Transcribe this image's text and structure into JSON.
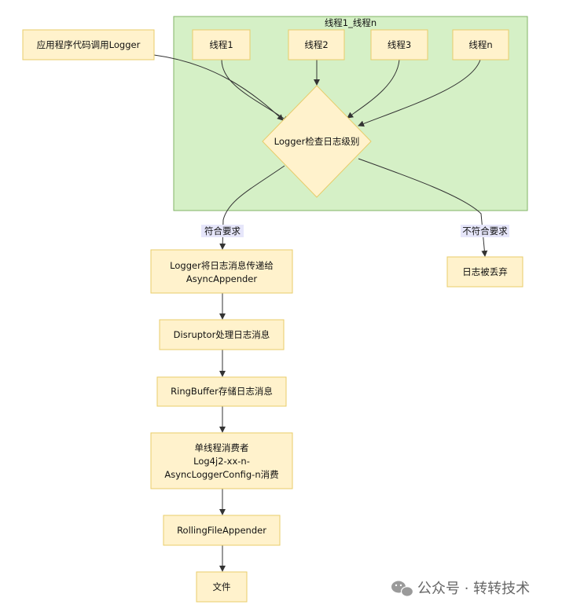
{
  "group": {
    "label": "线程1_线程n"
  },
  "nodes": {
    "app_logger": "应用程序代码调用Logger",
    "thread1": "线程1",
    "thread2": "线程2",
    "thread3": "线程3",
    "threadn": "线程n",
    "check": "Logger检查日志级别",
    "pass_to_async": [
      "Logger将日志消息传递给",
      "AsyncAppender"
    ],
    "disruptor": "Disruptor处理日志消息",
    "ringbuffer": "RingBuffer存储日志消息",
    "consumer": [
      "单线程消费者",
      "Log4j2-xx-n-",
      "AsyncLoggerConfig-n消费"
    ],
    "rolling": "RollingFileAppender",
    "file": "文件",
    "discarded": "日志被丢弃"
  },
  "edge_labels": {
    "meets": "符合要求",
    "not_meets": "不符合要求"
  },
  "watermark": "公众号 · 转转技术",
  "colors": {
    "group_fill": "#d5f0c6",
    "group_stroke": "#82b366",
    "node_fill": "#fff2cc",
    "node_stroke": "#e8cc6a",
    "edge": "#333333",
    "edge_label_bg": "#e6e6fa"
  }
}
